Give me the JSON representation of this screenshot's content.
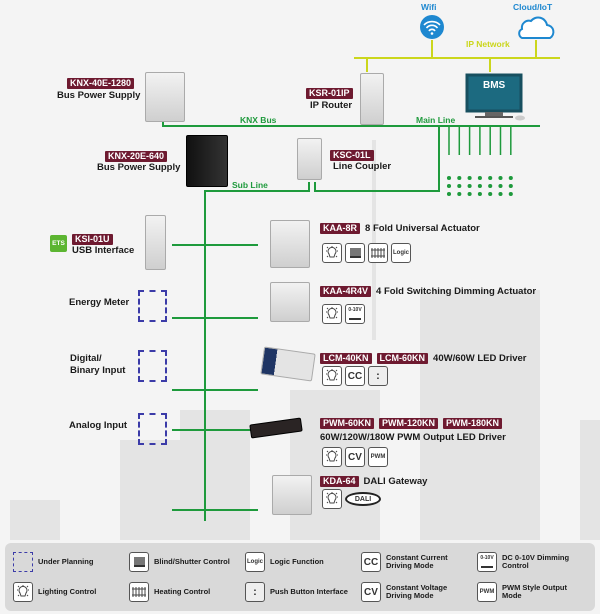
{
  "network": {
    "wifi": "Wifi",
    "cloud": "Cloud/IoT",
    "ip_network": "IP Network",
    "bms": "BMS",
    "knx_bus": "KNX Bus",
    "main_line": "Main Line",
    "sub_line": "Sub Line"
  },
  "colors": {
    "ip_line": "#cbd61c",
    "knx_line": "#1e9a3c",
    "badge": "#6e1a30",
    "wifi": "#1e88d0",
    "planning": "#3b3ba8"
  },
  "devices": {
    "psu1": {
      "model": "KNX-40E-1280",
      "name": "Bus Power Supply"
    },
    "router": {
      "model": "KSR-01IP",
      "name": "IP Router"
    },
    "psu2": {
      "model": "KNX-20E-640",
      "name": "Bus Power Supply"
    },
    "coupler": {
      "model": "KSC-01L",
      "name": "Line Coupler"
    },
    "usb": {
      "model": "KSI-01U",
      "name": "USB Interface",
      "ets": "ETS"
    },
    "kaa8r": {
      "model": "KAA-8R",
      "name": "8 Fold Universal Actuator",
      "icons": [
        "lighting",
        "blind",
        "heating",
        "logic"
      ]
    },
    "kaa4r4v": {
      "model": "KAA-4R4V",
      "name": "4 Fold Switching Dimming Actuator",
      "icons": [
        "lighting",
        "dc010v"
      ]
    },
    "lcm": {
      "models": [
        "LCM-40KN",
        "LCM-60KN"
      ],
      "name": "40W/60W LED Driver",
      "icons": [
        "lighting",
        "cc",
        "push"
      ]
    },
    "pwm": {
      "models": [
        "PWM-60KN",
        "PWM-120KN",
        "PWM-180KN"
      ],
      "name": "60W/120W/180W PWM Output LED Driver",
      "icons": [
        "lighting",
        "cv",
        "pwm"
      ]
    },
    "kda": {
      "model": "KDA-64",
      "name": "DALI Gateway",
      "icons": [
        "lighting",
        "dali"
      ],
      "dali_logo": "DALI"
    }
  },
  "planned": {
    "energy": "Energy Meter",
    "digital1": "Digital/",
    "digital2": "Binary Input",
    "analog": "Analog Input"
  },
  "icon_text": {
    "logic": "Logic",
    "cc": "CC",
    "cv": "CV",
    "pwm": "PWM",
    "dc010v": "0-10V"
  },
  "legend": [
    {
      "icon": "planning",
      "label": "Under Planning"
    },
    {
      "icon": "blind",
      "label": "Blind/Shutter Control"
    },
    {
      "icon": "logic",
      "label": "Logic Function"
    },
    {
      "icon": "cc",
      "label": "Constant Current Driving Mode"
    },
    {
      "icon": "dc010v",
      "label": "DC 0-10V Dimming Control"
    },
    {
      "icon": "lighting",
      "label": "Lighting Control"
    },
    {
      "icon": "heating",
      "label": "Heating Control"
    },
    {
      "icon": "push",
      "label": "Push Button Interface"
    },
    {
      "icon": "cv",
      "label": "Constant Voltage Driving Mode"
    },
    {
      "icon": "pwm",
      "label": "PWM Style Output Mode"
    }
  ]
}
